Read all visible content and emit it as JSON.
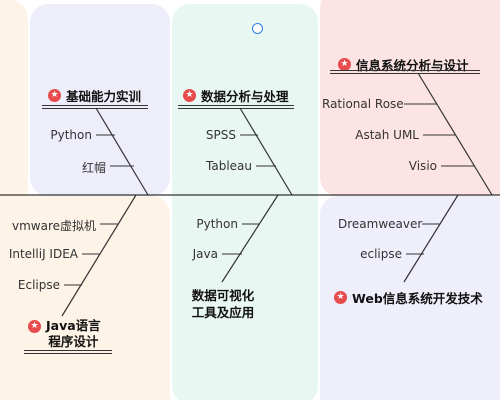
{
  "groups": {
    "foundation": {
      "title": "基础能力实训",
      "items": [
        "Python",
        "红帽"
      ]
    },
    "data_analysis": {
      "title": "数据分析与处理",
      "items": [
        "SPSS",
        "Tableau"
      ]
    },
    "info_systems": {
      "title": "信息系统分析与设计",
      "items": [
        "Rational Rose",
        "Astah UML",
        "Visio"
      ]
    },
    "java": {
      "title_line1": "Java语言",
      "title_line2": "程序设计",
      "items": [
        "vmware虚拟机",
        "IntelliJ IDEA",
        "Eclipse"
      ]
    },
    "visualization": {
      "title_line1": "数据可视化",
      "title_line2": "工具及应用",
      "items": [
        "Python",
        "Java"
      ]
    },
    "web_dev": {
      "title": "Web信息系统开发技术",
      "items": [
        "Dreamweaver",
        "eclipse"
      ]
    }
  },
  "colors": {
    "panel_peach": "#fdf3e6",
    "panel_lavender": "#eeeefb",
    "panel_mint": "#e9f7f2",
    "panel_pink": "#fde4e4",
    "panel_lavender_light": "#efeffc",
    "accent_star": "#e84b4b",
    "handle_blue": "#2b7de9"
  },
  "icons": {
    "topic_marker": "star-badge-icon",
    "selection_handle": "circle-handle-icon"
  }
}
